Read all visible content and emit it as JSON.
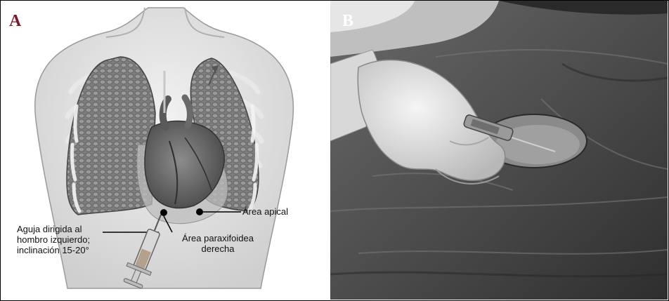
{
  "panel_a": {
    "letter": "A",
    "labels": {
      "apical": "Área apical",
      "paraxifoidea_line1": "Área paraxifoidea",
      "paraxifoidea_line2": "derecha",
      "aguja_line1": "Aguja dirigida al",
      "aguja_line2": "hombro izquierdo;",
      "aguja_line3": "inclinación 15-20°"
    }
  },
  "panel_b": {
    "letter": "B"
  },
  "colors": {
    "letter_a": "#7a1b2d",
    "letter_b": "#ffffff"
  }
}
